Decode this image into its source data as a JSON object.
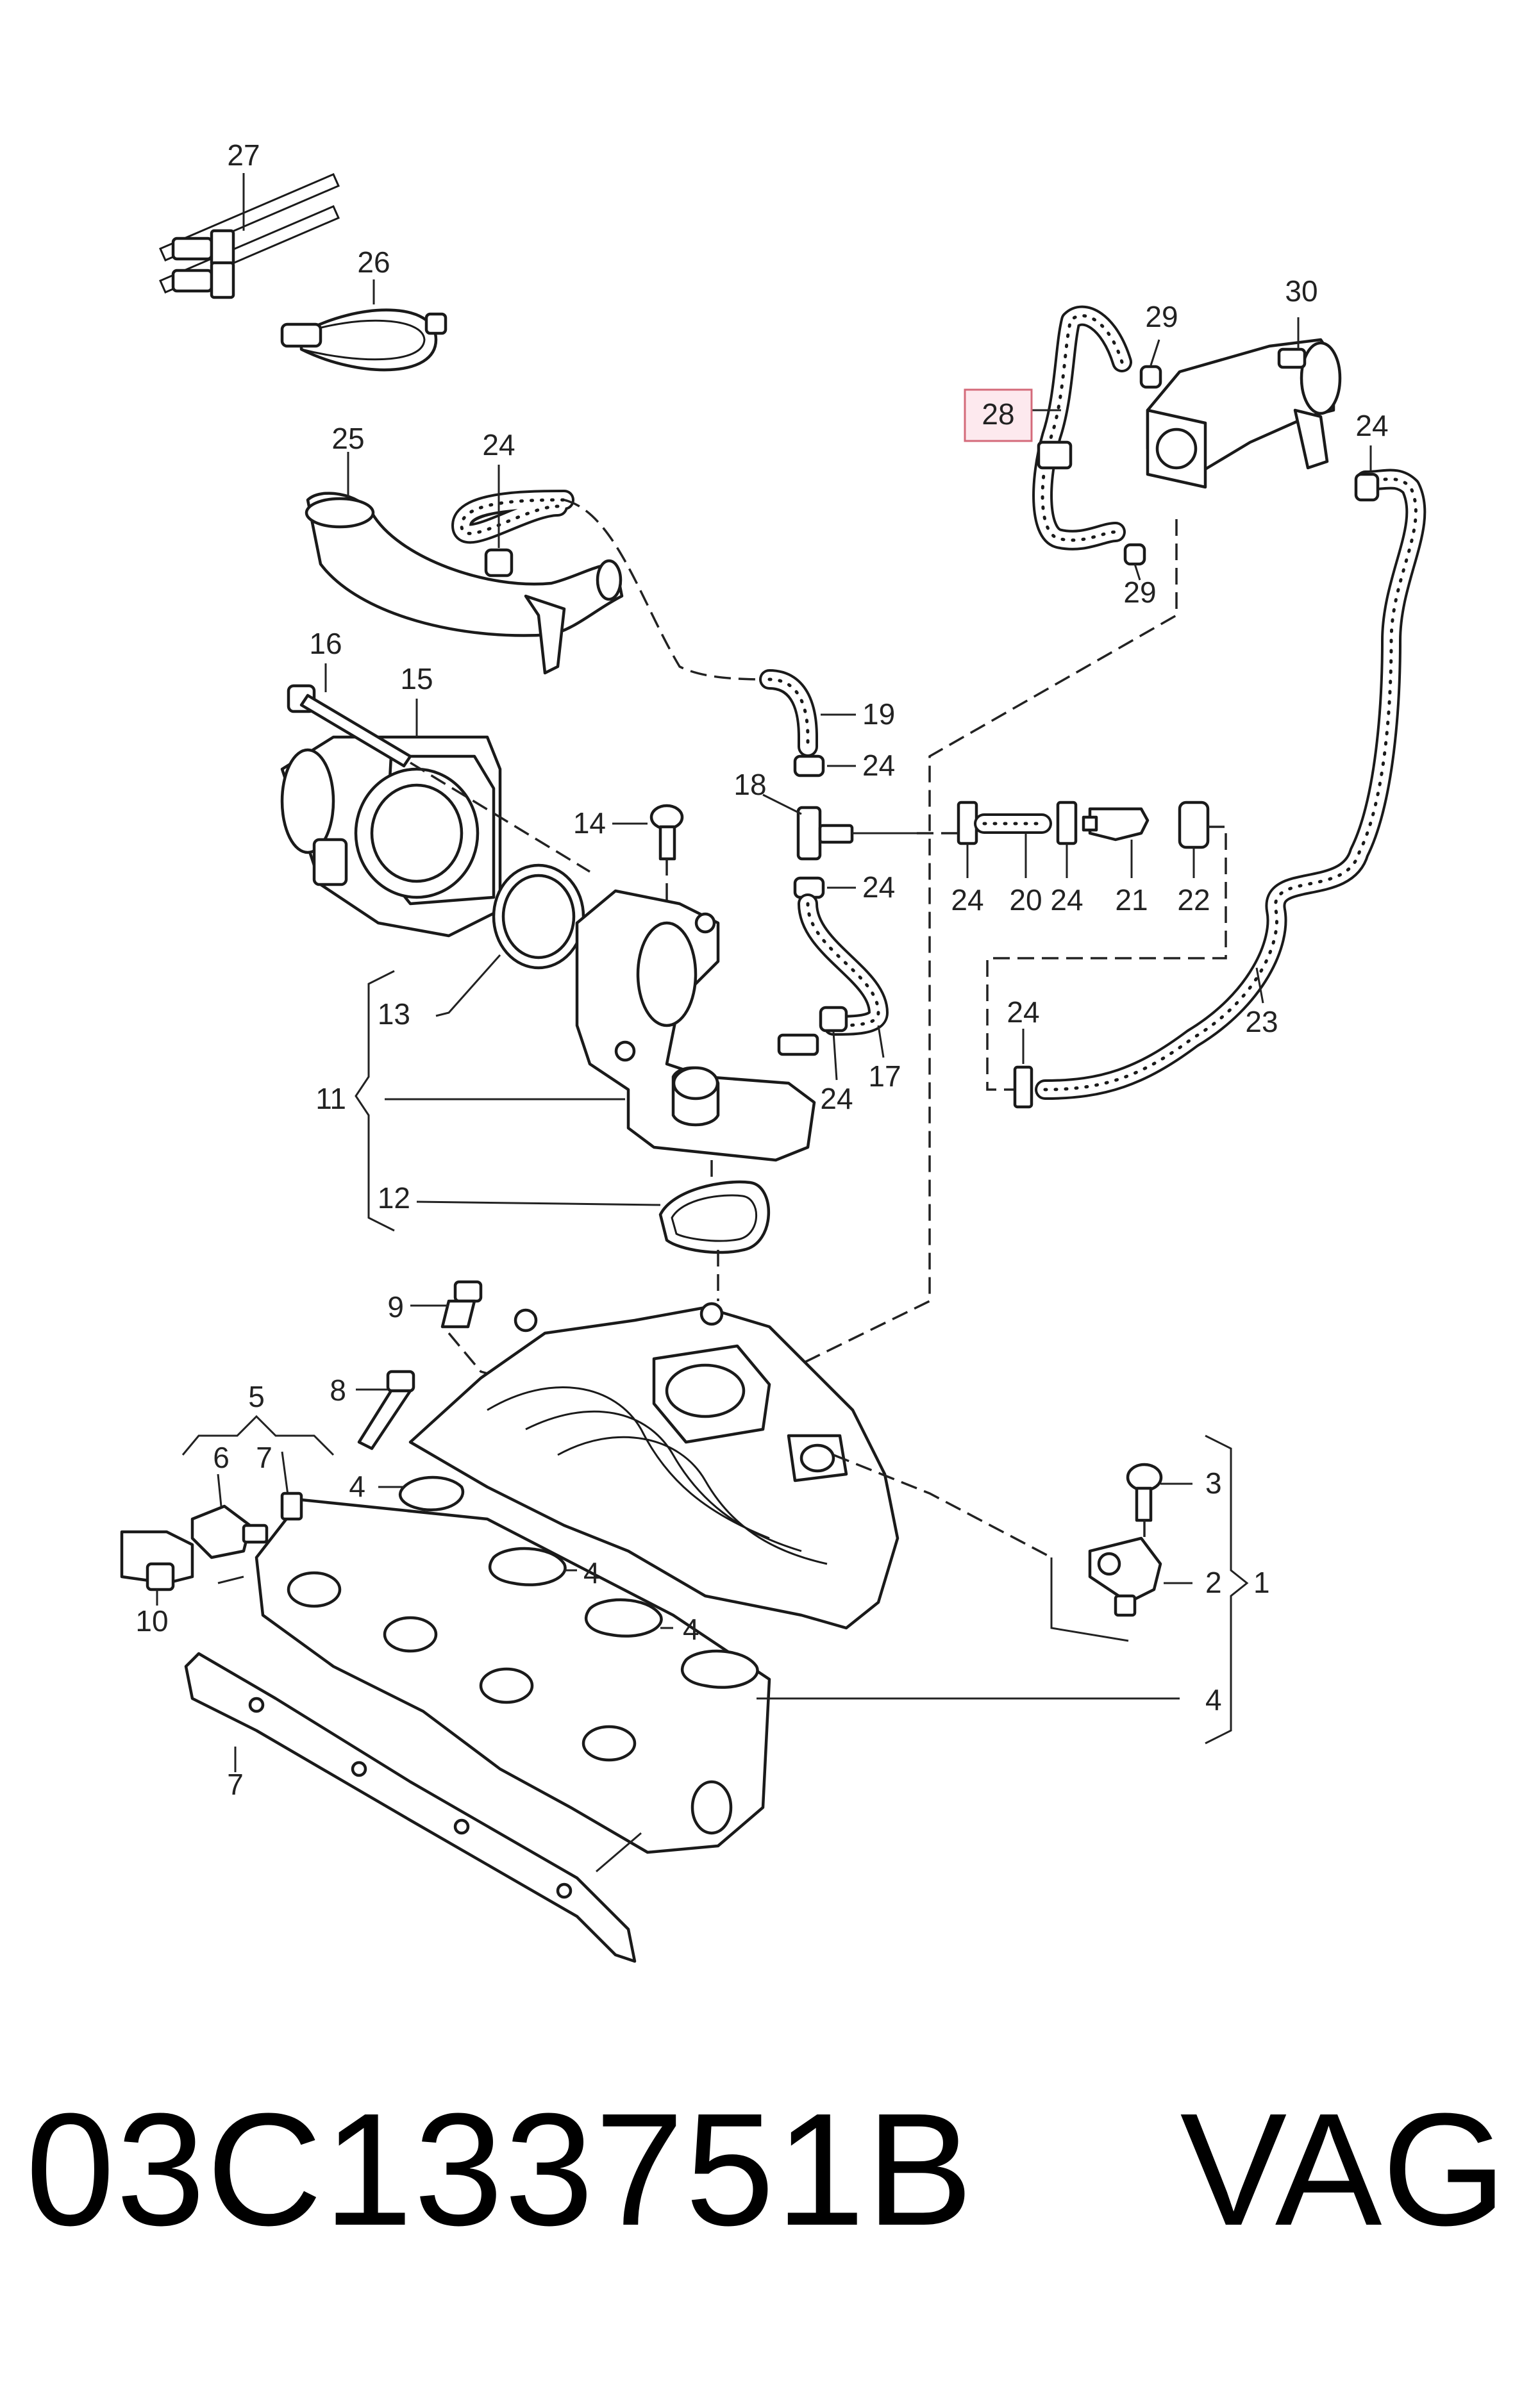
{
  "diagram": {
    "callouts": [
      "1",
      "2",
      "3",
      "4",
      "4",
      "4",
      "4",
      "4",
      "5",
      "6",
      "7",
      "7",
      "8",
      "9",
      "10",
      "11",
      "12",
      "13",
      "14",
      "15",
      "16",
      "17",
      "18",
      "19",
      "20",
      "21",
      "22",
      "23",
      "24",
      "24",
      "24",
      "24",
      "24",
      "24",
      "24",
      "24",
      "25",
      "26",
      "27",
      "28",
      "29",
      "29",
      "30"
    ],
    "highlighted_callout": "28",
    "highlight_color": "#fde9ee",
    "highlight_border_color": "#d46a7a"
  },
  "footer": {
    "part_number": "03C133751B",
    "brand": "VAG"
  }
}
